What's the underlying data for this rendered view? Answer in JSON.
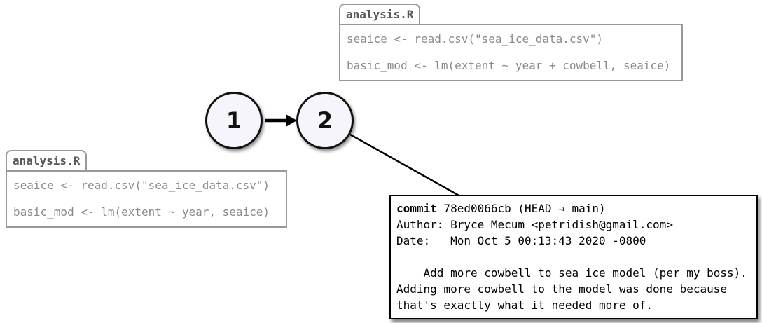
{
  "diagram": {
    "kind": "git-commit-history-diagram",
    "files": [
      {
        "tab_label": "analysis.R",
        "code_lines": [
          "seaice <- read.csv(\"sea_ice_data.csv\")",
          "basic_mod <- lm(extent ~ year, seaice)"
        ]
      },
      {
        "tab_label": "analysis.R",
        "code_lines": [
          "seaice <- read.csv(\"sea_ice_data.csv\")",
          "basic_mod <- lm(extent ~ year + cowbell, seaice)"
        ]
      }
    ],
    "nodes": [
      {
        "label": "1"
      },
      {
        "label": "2"
      }
    ],
    "commit_log": {
      "keyword": "commit",
      "hash_ref": " 78ed0066cb (HEAD → main)",
      "author_line": "Author: Bryce Mecum <petridish@gmail.com>",
      "date_line": "Date:   Mon Oct 5 00:13:43 2020 -0800",
      "blank_line": "",
      "message_lines": [
        "    Add more cowbell to sea ice model (per my boss).",
        "Adding more cowbell to the model was done because",
        "that's exactly what it needed more of."
      ]
    }
  },
  "colors": {
    "background": "#ffffff",
    "filebox_border": "#999999",
    "filetab_text": "#595959",
    "code_text": "#8a8a8a",
    "node_fill": "#f6f5fc",
    "node_border": "#111111",
    "commit_box_border": "#000000",
    "commit_text": "#000000"
  }
}
